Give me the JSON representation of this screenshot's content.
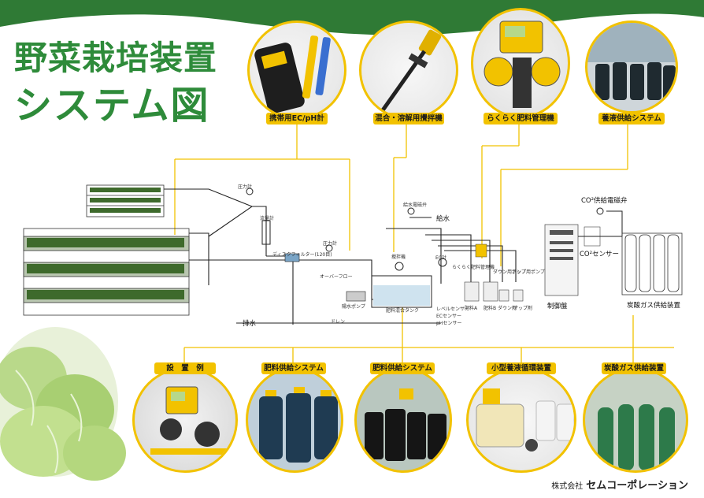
{
  "title": {
    "line1": "野菜栽培装置",
    "line2": "システム図"
  },
  "top_labels": [
    "携帯用EC/pH計",
    "混合・溶解用攪拌機",
    "らくらく肥料管理機",
    "養液供給システム"
  ],
  "bottom_labels": [
    "設　置　例",
    "肥料供給システム",
    "肥料供給システム",
    "小型養液循環装置",
    "炭酸ガス供給装置"
  ],
  "diagram": {
    "pressure_gauge1": "圧力計",
    "flowmeter": "流量計",
    "disc_filter": "ディスクフィルター(120目)",
    "pressure_gauge2": "圧力計",
    "overflow": "オーバーフロー",
    "water_pump": "陽水ポンプ",
    "drain": "排水",
    "drain_small": "ドレン",
    "solenoid": "給水電磁弁",
    "water_supply": "給水",
    "stirrer": "攪拌機",
    "ec_meter": "EC計",
    "mixing_tank": "肥料混合タンク",
    "level_sensor": "レベルセンサー",
    "ec_sensor": "ECセンサー",
    "ph_sensor": "pHセンサー",
    "rakuraku": "らくらく肥料管理機",
    "down_pump": "ダウン用ポンプ",
    "up_pump": "アップ用ポンプ",
    "fert_a": "肥料A",
    "fert_b": "肥料B",
    "down_agent": "ダウン剤",
    "up_agent": "アップ剤",
    "control_panel": "制御盤",
    "co2_solenoid": "CO²供給電磁弁",
    "co2_sensor": "CO²センサー",
    "co2_supply": "炭酸ガス供給装置"
  },
  "company": {
    "prefix": "株式会社",
    "name": "セムコーポレーション"
  },
  "colors": {
    "accent": "#f2c200",
    "brand_green": "#2e8b3a",
    "header_green": "#2f7a35"
  },
  "icons": [
    "ec-ph-meter-icon",
    "stirrer-icon",
    "fertilizer-controller-icon",
    "nutrient-system-icon",
    "lettuce-icon"
  ]
}
